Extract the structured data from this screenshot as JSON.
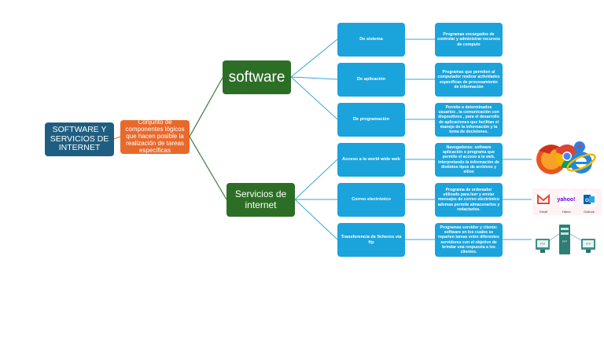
{
  "root": {
    "label": "SOFTWARE Y SERVICIOS DE INTERNET"
  },
  "definition": {
    "text": "Conjunto de componentes lógicos que hacen posible la realización de tareas específicas"
  },
  "software": {
    "label": "software",
    "children": [
      {
        "label": "De sistema",
        "description": "Programas encargados de controlar y administrar recursos de computo"
      },
      {
        "label": "De aplicación",
        "description": "Programas que permiten al computador realizar actividades específicas  de procesamiento de información"
      },
      {
        "label": "De programación",
        "description": "Permite a determinados usuarios , la comunicación con dispositivos , para el desarrollo de aplicaciones que facilitan el manejo de la información y la toma de decisiones."
      }
    ]
  },
  "servicios": {
    "label": "Servicios de internet",
    "children": [
      {
        "label": "Acceso a la world wide web",
        "description": "Navegadores: software aplicación o programa que permite el acceso a la web, interpretando la información de distintos tipos de archivos y sitios"
      },
      {
        "label": "Correo electrónico",
        "description": "Programa de ordenador utilizado para leer y enviar mensajes de correo electrónico ademas permite almacenarlos y redactarlos."
      },
      {
        "label": "Transferencia de ficheros vía ftp",
        "description": "Programas servidor y cliente: software en los cuales se reparten tareas  entre diferentes servidores con el objetivo de brindar una respuesta a los clientes."
      }
    ]
  },
  "images": {
    "mail_labels": [
      "Gmail",
      "Yahoo",
      "Outlook"
    ],
    "ftp_labels": [
      "FTP",
      "FTP",
      "FTP"
    ]
  },
  "colors": {
    "root": "#1f5e80",
    "definition": "#e8692c",
    "branch": "#2d6e27",
    "leaf": "#1ba3dc",
    "connector_green": "#3a7d32",
    "connector_blue": "#3aa6d6"
  }
}
